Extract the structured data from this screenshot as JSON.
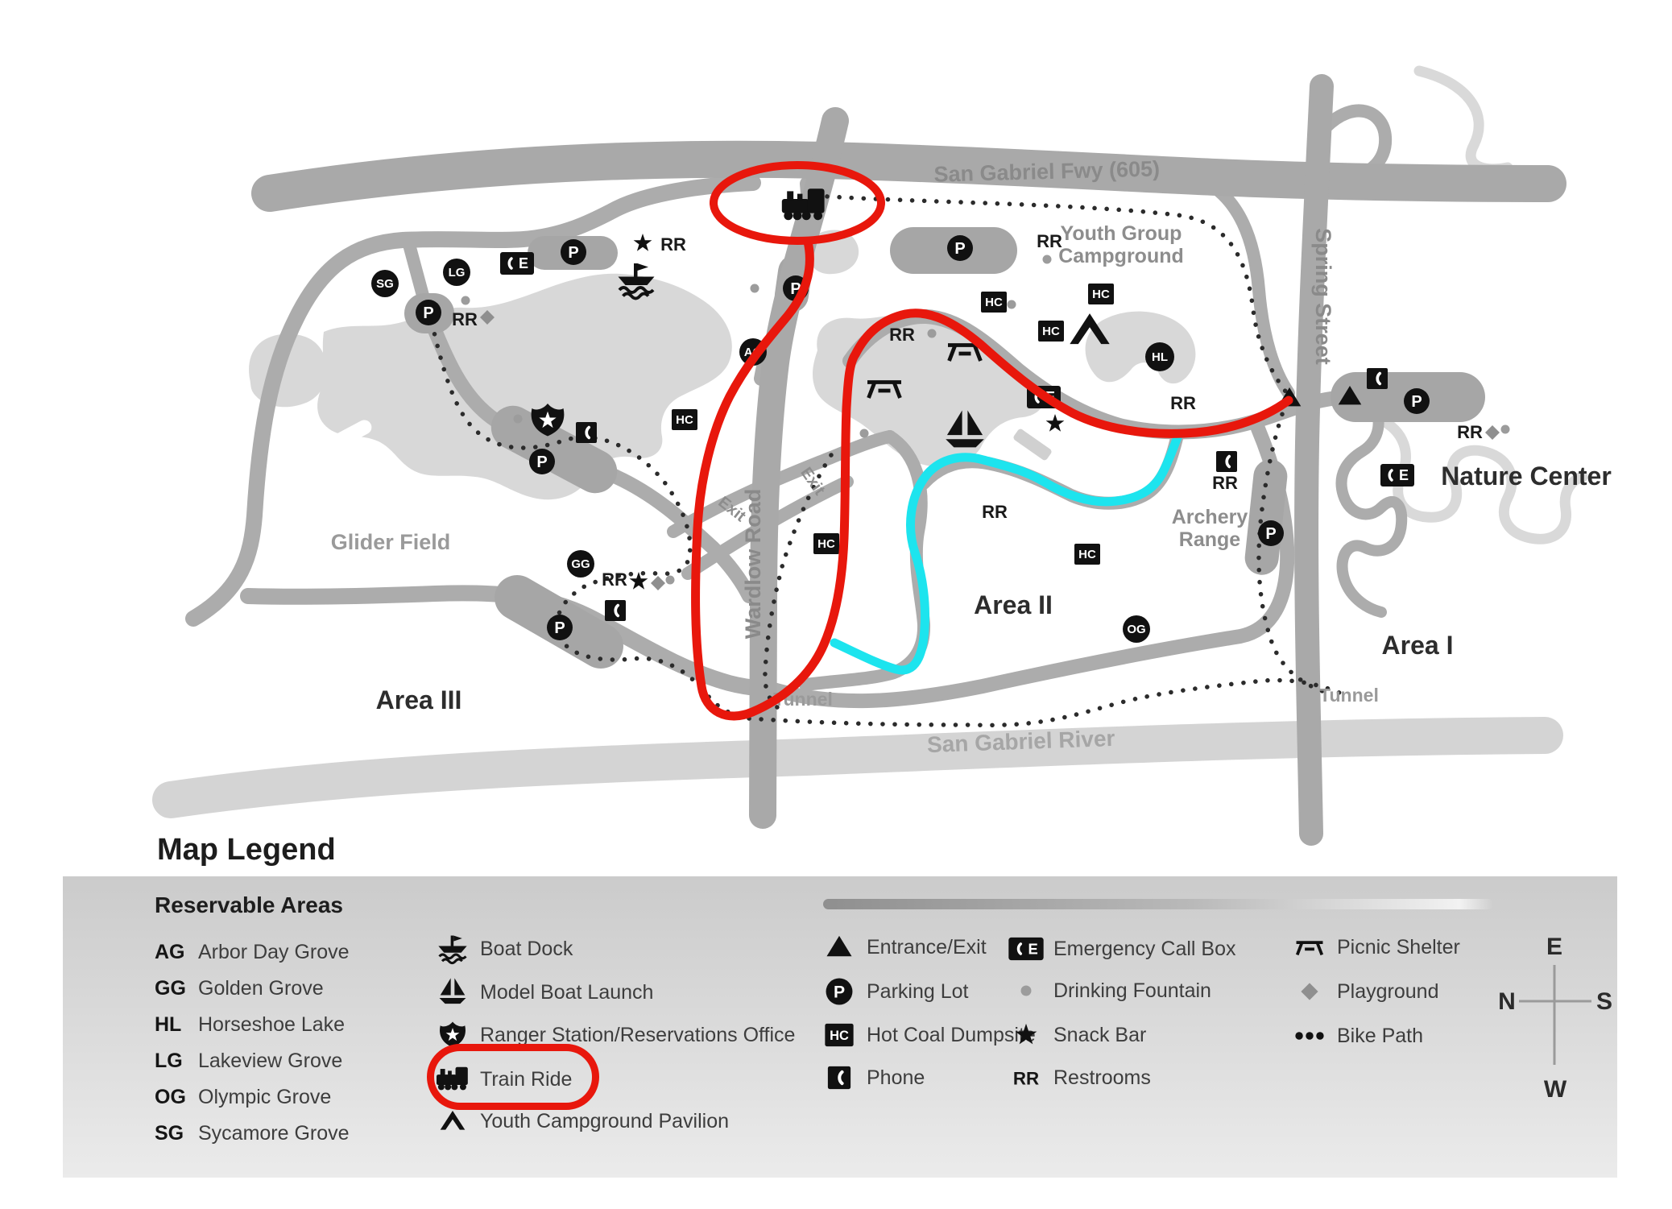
{
  "map": {
    "road_labels": {
      "freeway": "San Gabriel Fwy (605)",
      "spring_street": "Spring Street",
      "wardlow_road": "Wardlow Road",
      "river": "San Gabriel River"
    },
    "area_labels": {
      "area_i": "Area I",
      "area_ii": "Area II",
      "area_iii": "Area III",
      "glider_field": "Glider Field",
      "nature_center": "Nature Center",
      "youth_group_line1": "Youth Group",
      "youth_group_line2": "Campground",
      "archery_line1": "Archery",
      "archery_line2": "Range",
      "tunnel": "Tunnel",
      "exit": "Exit"
    },
    "marker_labels": {
      "parking": "P",
      "restrooms": "RR",
      "hot_coal": "HC",
      "emergency": "E",
      "arbor_day_grove": "AG",
      "golden_grove": "GG",
      "horseshoe_lake": "HL",
      "lakeview_grove": "LG",
      "olympic_grove": "OG",
      "sycamore_grove": "SG"
    },
    "annotations": {
      "highlight_red": "#e8170c",
      "highlight_cyan": "#1de4ee",
      "red_route_note": "hand-drawn red route from circled Train Ride down around Wardlow Road loop and east to Spring Street entrance",
      "cyan_route_note": "hand-drawn cyan route through Area II loop",
      "circled_items": [
        "train-ride-map-icon",
        "train-ride-legend-row"
      ]
    }
  },
  "legend": {
    "title": "Map Legend",
    "reservable": {
      "header": "Reservable Areas",
      "items": [
        {
          "code": "AG",
          "name": "Arbor Day Grove"
        },
        {
          "code": "GG",
          "name": "Golden Grove"
        },
        {
          "code": "HL",
          "name": "Horseshoe Lake"
        },
        {
          "code": "LG",
          "name": "Lakeview Grove"
        },
        {
          "code": "OG",
          "name": "Olympic Grove"
        },
        {
          "code": "SG",
          "name": "Sycamore Grove"
        }
      ]
    },
    "facilities": [
      {
        "icon": "boat-dock-icon",
        "label": "Boat Dock"
      },
      {
        "icon": "model-boat-launch-icon",
        "label": "Model Boat Launch"
      },
      {
        "icon": "ranger-station-icon",
        "label": "Ranger Station/Reservations Office"
      },
      {
        "icon": "train-ride-icon",
        "label": "Train Ride"
      },
      {
        "icon": "youth-campground-pavilion-icon",
        "label": "Youth Campground Pavilion"
      }
    ],
    "services_col1": [
      {
        "icon": "entrance-exit-icon",
        "label": "Entrance/Exit"
      },
      {
        "icon": "parking-lot-icon",
        "label": "Parking Lot"
      },
      {
        "icon": "hot-coal-dumpsite-icon",
        "label": "Hot Coal Dumpsite"
      },
      {
        "icon": "phone-icon",
        "label": "Phone"
      }
    ],
    "services_col2": [
      {
        "icon": "emergency-call-box-icon",
        "label": "Emergency Call Box"
      },
      {
        "icon": "drinking-fountain-icon",
        "label": "Drinking Fountain"
      },
      {
        "icon": "snack-bar-icon",
        "label": "Snack Bar"
      },
      {
        "icon": "restrooms-icon",
        "label": "Restrooms"
      }
    ],
    "services_col3": [
      {
        "icon": "picnic-shelter-icon",
        "label": "Picnic Shelter"
      },
      {
        "icon": "playground-icon",
        "label": "Playground"
      },
      {
        "icon": "bike-path-icon",
        "label": "Bike Path"
      }
    ],
    "compass": {
      "top": "E",
      "left": "N",
      "right": "S",
      "bottom": "W"
    }
  }
}
